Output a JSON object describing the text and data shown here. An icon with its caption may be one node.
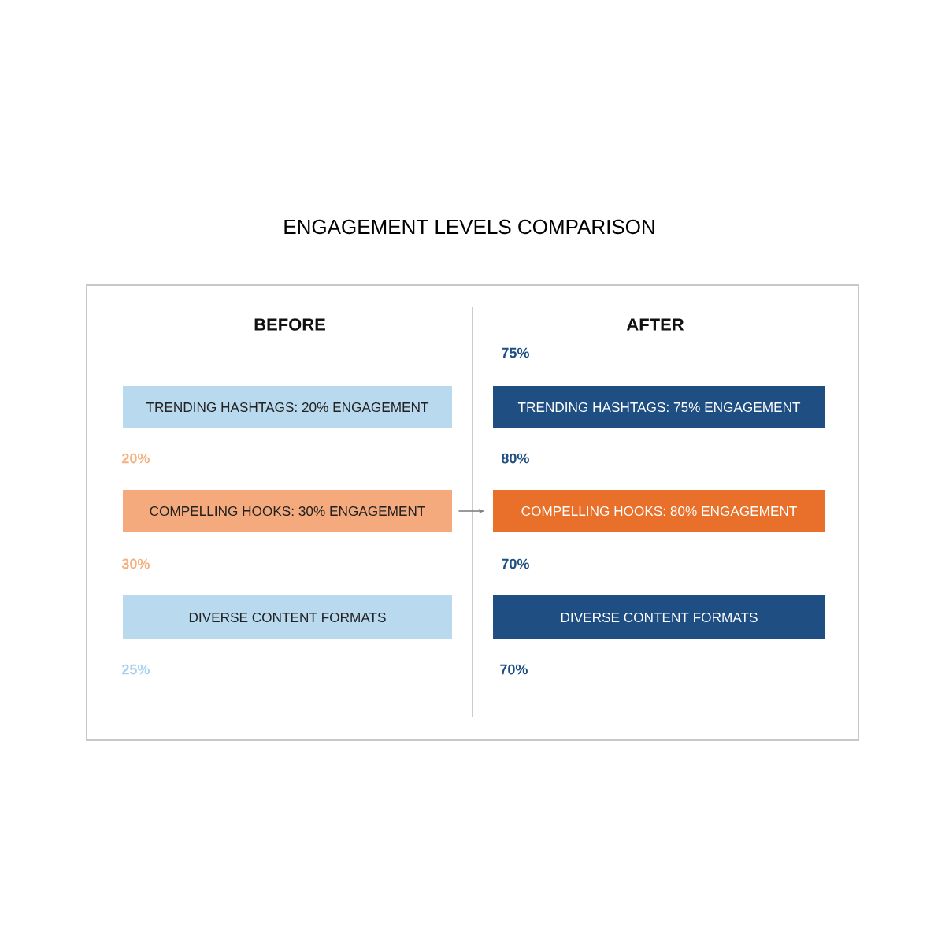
{
  "diagram": {
    "title": "ENGAGEMENT LEVELS COMPARISON",
    "nodes": [
      {
        "text": [
          "TRENDING HASHTAGS: 20% ENGAGEMENT"
        ]
      },
      {
        "text": [
          "COMPELLING HOOKS: 30% ENGAGEMENT"
        ]
      },
      {
        "text": [
          "DIVERSE CONTENT FORMATS"
        ]
      },
      {
        "text": [
          "TRENDING HASHTAGS: 75% ENGAGEMENT"
        ]
      },
      {
        "text": [
          "COMPELLING HOOKS: 80% ENGAGEMENT"
        ]
      },
      {
        "text": [
          "DIVERSE CONTENT FORMATS"
        ]
      }
    ],
    "edges": [
      {
        "from": 1,
        "to": 4,
        "arrow": "to"
      }
    ],
    "labels": [
      "BEFORE",
      "AFTER",
      "75%",
      "20%",
      "80%",
      "30%",
      "70%",
      "25%",
      "70%"
    ]
  }
}
